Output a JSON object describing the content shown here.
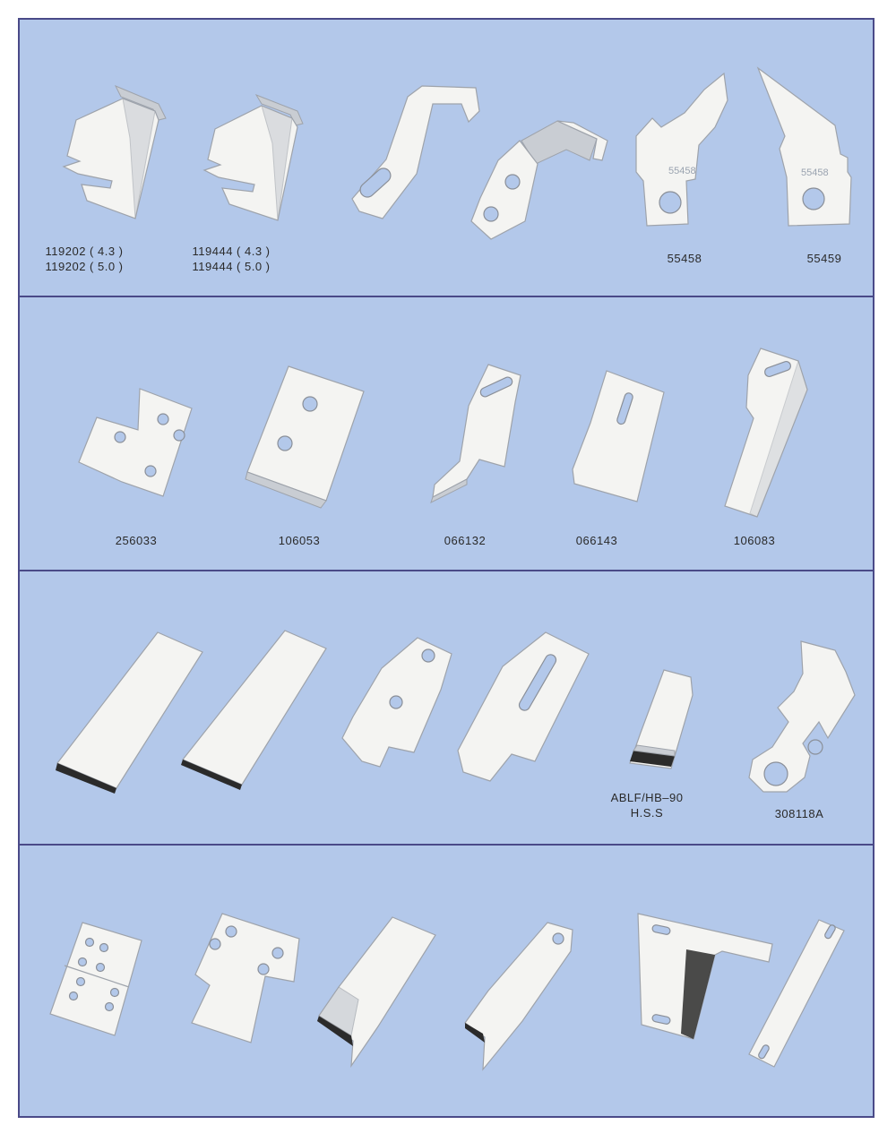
{
  "rows": [
    {
      "labels": [
        [
          "119202 ( 4.3 )",
          "119202 ( 5.0 )"
        ],
        [
          "119444 ( 4.3 )",
          "119444 ( 5.0 )"
        ],
        [
          "55458"
        ],
        [
          "55459"
        ]
      ]
    },
    {
      "labels": [
        [
          "256033"
        ],
        [
          "106053"
        ],
        [
          "066132"
        ],
        [
          "066143"
        ],
        [
          "106083"
        ]
      ]
    },
    {
      "labels": [
        [
          "ABLF/HB–90",
          "H.S.S"
        ],
        [
          "308118A"
        ]
      ]
    },
    {
      "labels": []
    }
  ],
  "stamps": {
    "p55458": "55458",
    "p55459": "55458"
  },
  "colors": {
    "panel": "#b3c8ea",
    "border": "#4a4a88",
    "metal": "#f4f4f2"
  }
}
